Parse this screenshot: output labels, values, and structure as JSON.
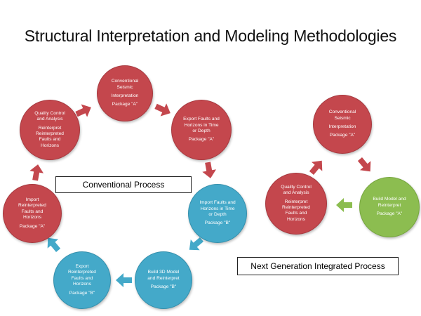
{
  "title": "Structural Interpretation and Modeling Methodologies",
  "conventional_label": "Conventional Process",
  "nextgen_label": "Next Generation Integrated Process",
  "colors": {
    "red": "#c4474d",
    "blue": "#44a9c9",
    "green": "#8cbd50",
    "arrow_red": "#c4474d",
    "arrow_blue": "#44a9c9",
    "arrow_green": "#8cbd50"
  },
  "conventional": {
    "seismic": {
      "l1": "Conventional",
      "l2": "Seismic",
      "l3": "Interpretation",
      "l4": "Package \"A\""
    },
    "export_faults": {
      "l1": "Export Faults and",
      "l2": "Horizons in Time",
      "l3": "or Depth",
      "l4": "Package \"A\""
    },
    "import_faults": {
      "l1": "Import Faults and",
      "l2": "Horizons in Time",
      "l3": "or Depth",
      "l4": "Package \"B\""
    },
    "build_model": {
      "l1": "Build 3D Model",
      "l2": "and Reinterpret",
      "l3": "Package \"B\""
    },
    "export_reinterpreted": {
      "l1": "Export",
      "l2": "Reinterpreted",
      "l3": "Faults and",
      "l4": "Horizons",
      "l5": "Package \"B\""
    },
    "import_reinterpreted": {
      "l1": "Import",
      "l2": "Reinterpreted",
      "l3": "Faults and",
      "l4": "Horizons",
      "l5": "Package \"A\""
    },
    "quality_control": {
      "l1": "Quality Control",
      "l2": "and Analysis",
      "l3": "Reinterpret",
      "l4": "Reinterpreted",
      "l5": "Faults and",
      "l6": "Horizons"
    }
  },
  "nextgen": {
    "seismic": {
      "l1": "Conventional",
      "l2": "Seismic",
      "l3": "Interpretation",
      "l4": "Package \"A\""
    },
    "build_model": {
      "l1": "Build Model and",
      "l2": "Reinterpret",
      "l3": "Package \"A\""
    },
    "quality_control": {
      "l1": "Quality Control",
      "l2": "and Analysis",
      "l3": "Reinterpret",
      "l4": "Reinterpreted",
      "l5": "Faults and",
      "l6": "Horizons"
    }
  }
}
